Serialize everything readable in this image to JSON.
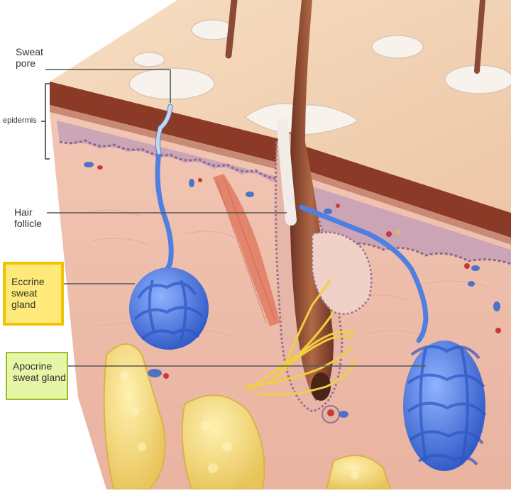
{
  "labels": {
    "sweat_pore": [
      "Sweat",
      "pore"
    ],
    "epidermis": "epidermis",
    "hair_follicle": [
      "Hair",
      "follicle"
    ],
    "eccrine": [
      "Eccrine",
      "sweat",
      "gland"
    ],
    "apocrine": [
      "Apocrine",
      "sweat",
      "gland"
    ]
  },
  "colors": {
    "skin_top": "#f1d3b6",
    "epidermis_band": "#8a3a26",
    "dermis": "#f0c3b3",
    "basal_layer": "#b890a8",
    "sweat_gland": "#4f7fe0",
    "hair": "#8a4a35",
    "nerve": "#f0d040",
    "fat": "#f4df86",
    "eccrine_highlight": "#ffe97a",
    "apocrine_highlight": "#e6f5a6"
  }
}
